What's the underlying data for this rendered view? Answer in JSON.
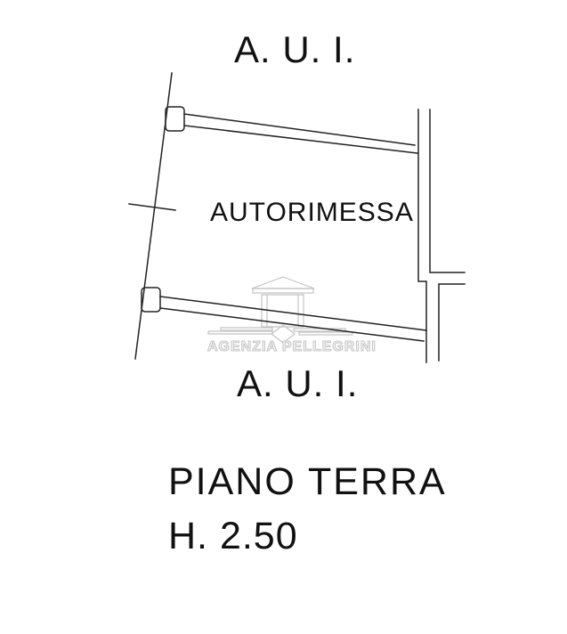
{
  "header": {
    "area_label_top": "A. U. I."
  },
  "plan": {
    "room_label": "AUTORIMESSA",
    "area_label_bottom": "A. U. I."
  },
  "watermark": {
    "agency_name": "AGENZIA PELLEGRINI"
  },
  "footer": {
    "floor_label": "PIANO TERRA",
    "height_label": "H. 2.50"
  },
  "colors": {
    "bg": "#ffffff",
    "line-color": "#222222",
    "text-color": "#111111",
    "watermark-color": "#c4c4c4"
  }
}
